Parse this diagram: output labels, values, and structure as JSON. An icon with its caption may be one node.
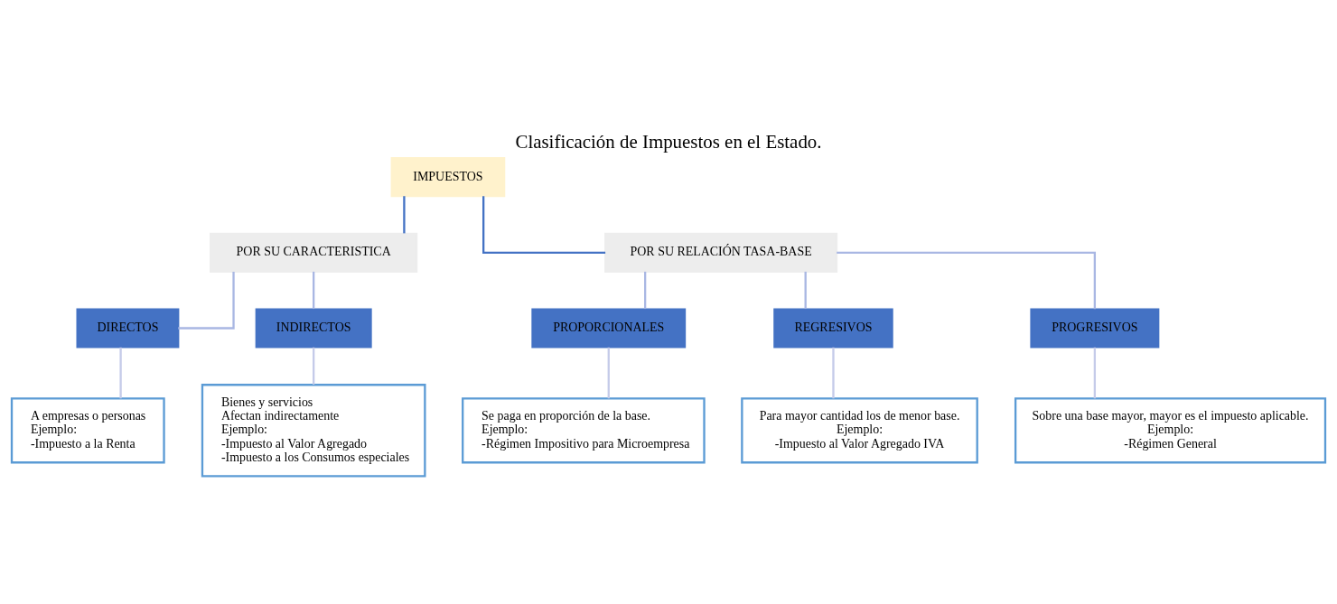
{
  "diagram": {
    "title": "Clasificación de Impuestos en el Estado.",
    "nodes": [
      {
        "text": [
          "IMPUESTOS"
        ]
      },
      {
        "text": [
          "POR SU CARACTERISTICA"
        ]
      },
      {
        "text": [
          "POR SU RELACIÓN TASA-BASE"
        ]
      },
      {
        "text": [
          "DIRECTOS"
        ]
      },
      {
        "text": [
          "INDIRECTOS"
        ]
      },
      {
        "text": [
          "PROPORCIONALES"
        ]
      },
      {
        "text": [
          "REGRESIVOS"
        ]
      },
      {
        "text": [
          "PROGRESIVOS"
        ]
      },
      {
        "text": [
          "A empresas o personas",
          "Ejemplo:",
          "-Impuesto a la Renta"
        ]
      },
      {
        "text": [
          "Bienes y servicios",
          "Afectan indirectamente",
          "Ejemplo:",
          "-Impuesto al Valor Agregado",
          "-Impuesto a los Consumos especiales"
        ]
      },
      {
        "text": [
          "Se paga en proporción de la base.",
          "Ejemplo:",
          "-Régimen Impositivo para Microempresa"
        ]
      },
      {
        "text": [
          "Para mayor cantidad los de menor base.",
          "Ejemplo:",
          "-Impuesto al Valor Agregado IVA"
        ]
      },
      {
        "text": [
          "Sobre una base mayor, mayor es el impuesto aplicable.",
          "Ejemplo:",
          "-Régimen General"
        ]
      }
    ],
    "edges": [
      {
        "from": 0,
        "to": 1,
        "arrow": "none",
        "color": "#4472c4"
      },
      {
        "from": 0,
        "to": 2,
        "arrow": "none",
        "color": "#4472c4"
      },
      {
        "from": 1,
        "to": 3,
        "arrow": "none",
        "color": "#a9b7e3"
      },
      {
        "from": 1,
        "to": 4,
        "arrow": "none",
        "color": "#a9b7e3"
      },
      {
        "from": 2,
        "to": 5,
        "arrow": "none",
        "color": "#a9b7e3"
      },
      {
        "from": 2,
        "to": 6,
        "arrow": "none",
        "color": "#a9b7e3"
      },
      {
        "from": 2,
        "to": 7,
        "arrow": "none",
        "color": "#a9b7e3"
      },
      {
        "from": 3,
        "to": 8,
        "arrow": "none",
        "color": "#c5cbe9"
      },
      {
        "from": 4,
        "to": 9,
        "arrow": "none",
        "color": "#c5cbe9"
      },
      {
        "from": 5,
        "to": 10,
        "arrow": "none",
        "color": "#c5cbe9"
      },
      {
        "from": 6,
        "to": 11,
        "arrow": "none",
        "color": "#c5cbe9"
      },
      {
        "from": 7,
        "to": 12,
        "arrow": "none",
        "color": "#c5cbe9"
      }
    ]
  }
}
